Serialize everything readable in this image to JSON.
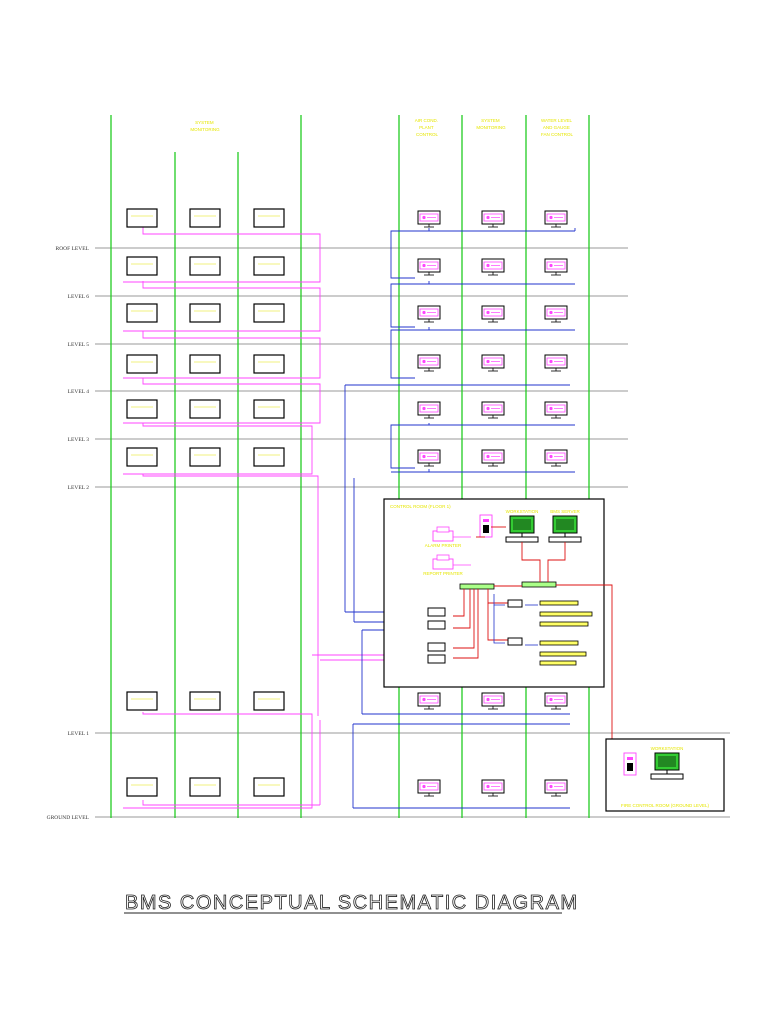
{
  "title": "BMS CONCEPTUAL SCHEMATIC DIAGRAM",
  "levels": [
    "ROOF LEVEL",
    "LEVEL 6",
    "LEVEL 5",
    "LEVEL 4",
    "LEVEL 3",
    "LEVEL 2",
    "LEVEL 1",
    "GROUND LEVEL"
  ],
  "column_headers": [
    {
      "lines": [
        "SYSTEM",
        "MONITORING"
      ]
    },
    {
      "lines": [
        "AIR COND.",
        "PLANT",
        "CONTROL"
      ]
    },
    {
      "lines": [
        "SYSTEM",
        "MONITORING"
      ]
    },
    {
      "lines": [
        "WATER LEVEL",
        "AND GAUGE",
        "FAN CONTROL"
      ]
    }
  ],
  "control_room": {
    "label": "CONTROL ROOM (FLOOR 1)"
  },
  "workstations": [
    "WORKSTATION",
    "BMS SERVER"
  ],
  "printers": [
    "ALARM PRINTER",
    "REPORT PRINTER"
  ],
  "monitor_panel": {
    "label": "FIRE CONTROL ROOM (GROUND LEVEL)",
    "workstation": "WORKSTATION"
  },
  "colors": {
    "riser": "#22cc22",
    "chain": "#ff44ff",
    "bus": "#2233cc",
    "network": "#dd1111",
    "level_line": "#777777",
    "label": "#e6e600"
  },
  "icons": [
    "controller-box-icon",
    "dcp-controller-icon",
    "workstation-icon",
    "server-tower-icon",
    "printer-icon",
    "network-switch-icon"
  ]
}
